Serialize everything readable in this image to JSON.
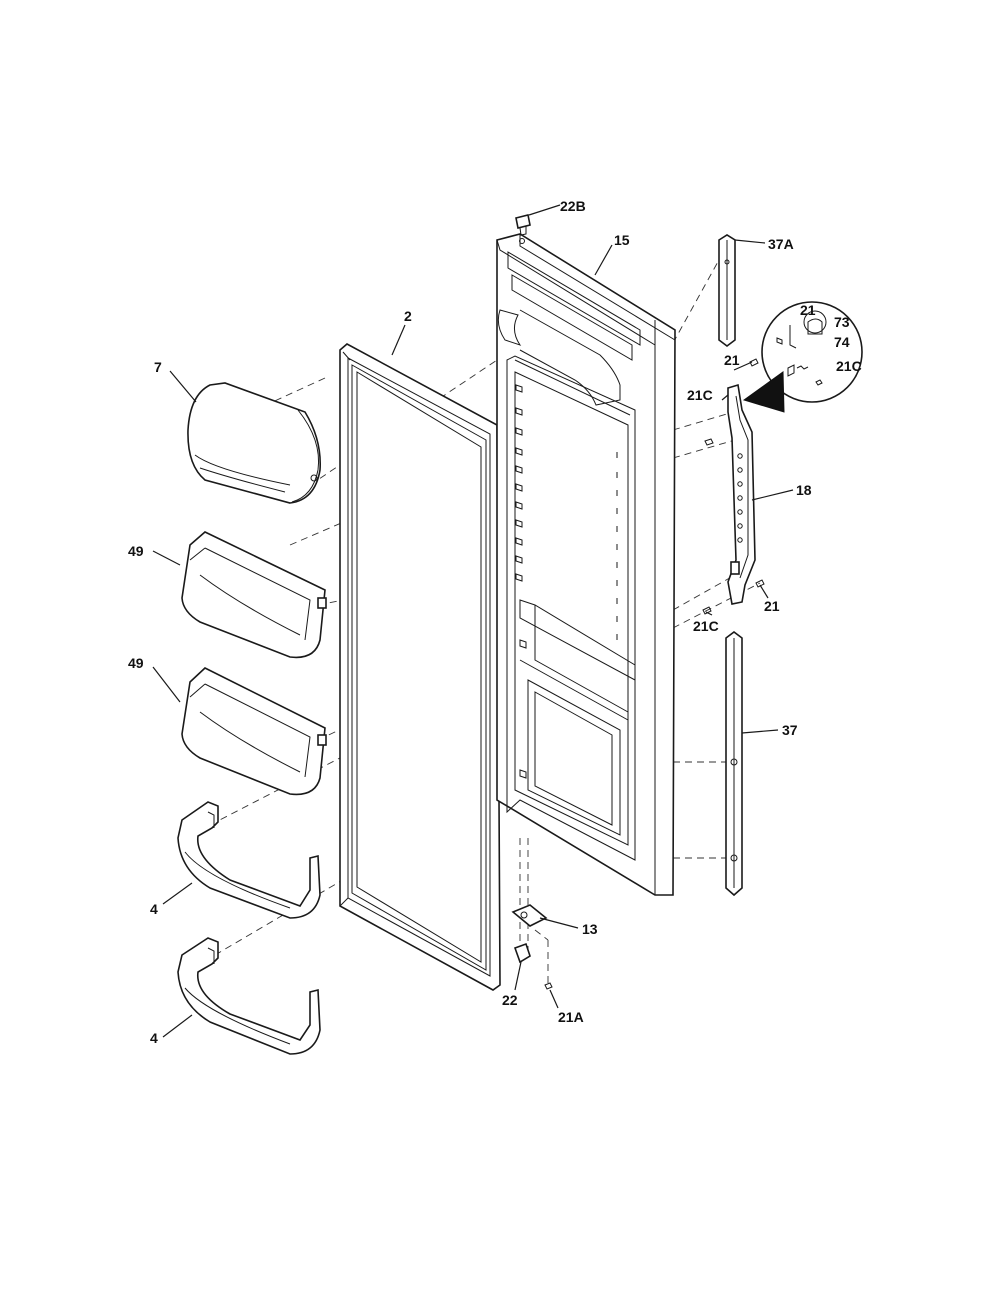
{
  "diagram": {
    "labels": {
      "p22B": "22B",
      "p15": "15",
      "p37A": "37A",
      "p2": "2",
      "p7": "7",
      "p21_top": "21",
      "p73": "73",
      "p74": "74",
      "p21C_inset": "21C",
      "p21_mid": "21",
      "p21C_upper": "21C",
      "p18": "18",
      "p21_lower": "21",
      "p21C_lower": "21C",
      "p49_top": "49",
      "p49_bottom": "49",
      "p37": "37",
      "p4_top": "4",
      "p4_bottom": "4",
      "p13": "13",
      "p22": "22",
      "p21A": "21A"
    }
  }
}
